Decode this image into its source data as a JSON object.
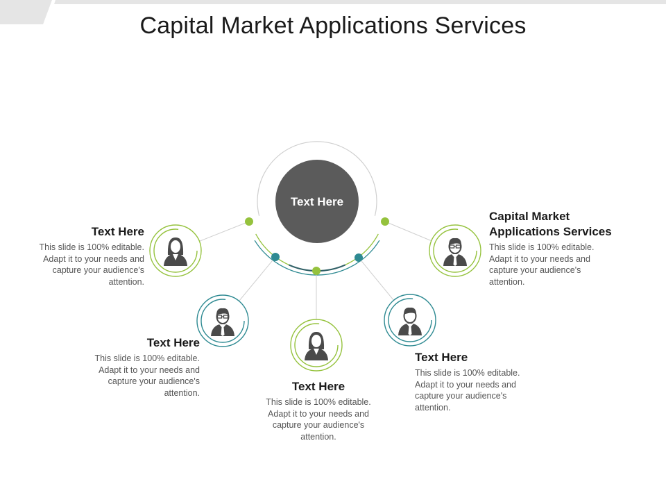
{
  "title": "Capital Market Applications Services",
  "center_label": "Text Here",
  "colors": {
    "hub": "#5b5b5b",
    "green": "#95c23d",
    "teal": "#2e8a92",
    "grey": "#9a9a9a",
    "icon": "#4a4a4a"
  },
  "nodes": [
    {
      "heading": "Text Here",
      "body": "This slide is 100% editable. Adapt it to your needs and capture your audience's attention.",
      "icon": "woman-avatar-icon",
      "ring": "green"
    },
    {
      "heading": "Text Here",
      "body": "This slide is 100% editable. Adapt it to your needs and capture your audience's attention.",
      "icon": "man-glasses-avatar-icon",
      "ring": "teal"
    },
    {
      "heading": "Text Here",
      "body": "This slide is 100% editable. Adapt it to your needs and capture your audience's attention.",
      "icon": "woman-avatar-icon",
      "ring": "green"
    },
    {
      "heading": "Text Here",
      "body": "This slide is 100% editable. Adapt it to your needs and capture your audience's attention.",
      "icon": "man-tie-avatar-icon",
      "ring": "teal"
    },
    {
      "heading": "Capital Market Applications Services",
      "body": "This slide is 100% editable. Adapt it to your needs and capture your audience's attention.",
      "icon": "man-glasses-avatar-icon",
      "ring": "green"
    }
  ]
}
